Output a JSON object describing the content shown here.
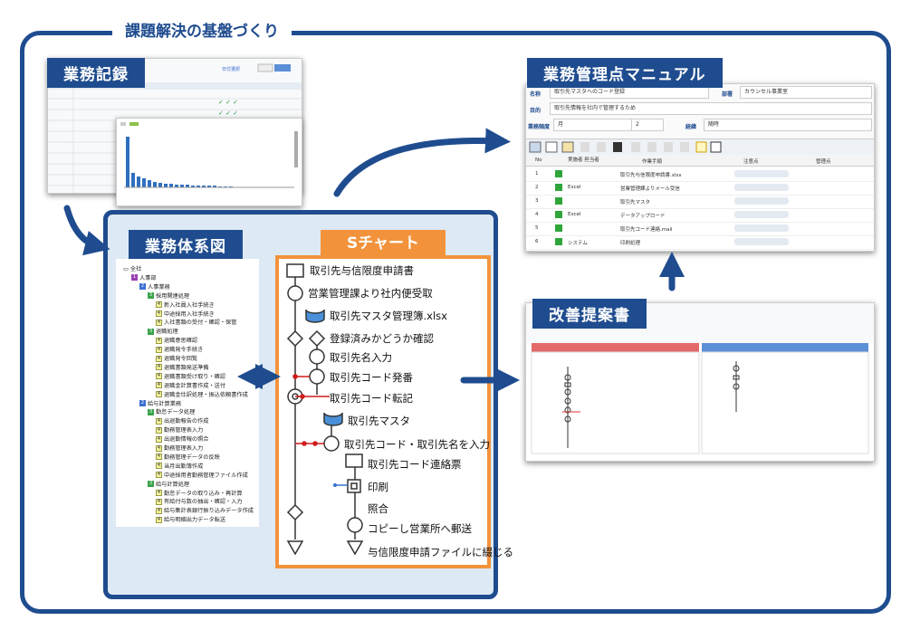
{
  "title": "課題解決の基盤づくり",
  "labels": {
    "business_record": "業務記録",
    "business_system": "業務体系図",
    "s_chart": "Sチャート",
    "manual": "業務管理点マニュアル",
    "proposal": "改善提案書"
  },
  "tree": [
    {
      "level": 0,
      "num": "",
      "text": "全社"
    },
    {
      "level": 1,
      "num": "1",
      "text": "人事部"
    },
    {
      "level": 2,
      "num": "2",
      "text": "人事業務"
    },
    {
      "level": 3,
      "num": "3",
      "text": "採用関連処理"
    },
    {
      "level": 4,
      "num": "4",
      "text": "新入社員入社手続き"
    },
    {
      "level": 4,
      "num": "4",
      "text": "中途採用入社手続き"
    },
    {
      "level": 4,
      "num": "4",
      "text": "入社書類の受付・確認・保管"
    },
    {
      "level": 3,
      "num": "3",
      "text": "退職処理"
    },
    {
      "level": 4,
      "num": "4",
      "text": "退職意思確認"
    },
    {
      "level": 4,
      "num": "4",
      "text": "退職発令手続き"
    },
    {
      "level": 4,
      "num": "4",
      "text": "退職発令回覧"
    },
    {
      "level": 4,
      "num": "4",
      "text": "退職書類発送準備"
    },
    {
      "level": 4,
      "num": "4",
      "text": "退職書類受け取り・確認"
    },
    {
      "level": 4,
      "num": "4",
      "text": "退職金計算書作成・送付"
    },
    {
      "level": 4,
      "num": "4",
      "text": "退職金仕訳処理・振込依頼書作成"
    },
    {
      "level": 2,
      "num": "2",
      "text": "給与計算業務"
    },
    {
      "level": 3,
      "num": "3",
      "text": "勤怠データ処理"
    },
    {
      "level": 4,
      "num": "4",
      "text": "出退勤報告の作成"
    },
    {
      "level": 4,
      "num": "4",
      "text": "勤務管理表入力"
    },
    {
      "level": 4,
      "num": "4",
      "text": "出退勤情報の照合"
    },
    {
      "level": 4,
      "num": "4",
      "text": "勤務管理表入力"
    },
    {
      "level": 4,
      "num": "4",
      "text": "勤務管理データの反映"
    },
    {
      "level": 4,
      "num": "4",
      "text": "当月出勤簿作成"
    },
    {
      "level": 4,
      "num": "4",
      "text": "中途採用者勤務管理ファイル作成"
    },
    {
      "level": 3,
      "num": "3",
      "text": "給与計算処理"
    },
    {
      "level": 4,
      "num": "4",
      "text": "勤怠データの取り込み・再計算"
    },
    {
      "level": 4,
      "num": "4",
      "text": "有給付与数の抽出・確認・入力"
    },
    {
      "level": 4,
      "num": "4",
      "text": "給与集計表銀行振り込みデータ作成"
    },
    {
      "level": 4,
      "num": "4",
      "text": "給与明細出力データ転送"
    }
  ],
  "schart_steps": [
    "取引先与信限度申請書",
    "営業管理課より社内便受取",
    "取引先マスタ管理簿.xlsx",
    "登録済みかどうか確認",
    "取引先名入力",
    "取引先コード発番",
    "取引先コード転記",
    "取引先マスタ",
    "取引先コード・取引先名を入力",
    "取引先コード連絡票",
    "印刷",
    "照合",
    "コピーし営業所へ郵送",
    "与信限度申請ファイルに綴じる"
  ],
  "manual": {
    "f_name_label": "名称",
    "f_name_value": "取引先マスタへのコード登録",
    "f_dept_label": "部署",
    "f_dept_value": "カウンセル事業室",
    "f_purpose_label": "目的",
    "f_purpose_value": "取引先情報を社内で管理するため",
    "f_freq_label": "業務頻度",
    "f_freq_value": "月",
    "f_freq_num": "2",
    "f_trigger_label": "経緯",
    "f_trigger_value": "随時",
    "col_no": "No",
    "col_person": "実施者\n担当者",
    "col_steps": "作業手順",
    "col_cautions": "注意点",
    "col_mgmt": "管理点",
    "rows": [
      {
        "no": "1",
        "who": "",
        "step": "取引先与信限度申請書.xlsx"
      },
      {
        "no": "2",
        "who": "Excel",
        "step": "営業管理課よりメール受信"
      },
      {
        "no": "3",
        "who": "",
        "step": "取引先マスタ"
      },
      {
        "no": "4",
        "who": "Excel",
        "step": "データアップロード"
      },
      {
        "no": "5",
        "who": "",
        "step": "取引先コード連絡.mail"
      },
      {
        "no": "6",
        "who": "システム",
        "step": "印刷処理"
      }
    ]
  },
  "colors": {
    "navy": "#1f4c8f",
    "orange": "#f2933c",
    "panel": "#dde9f4"
  }
}
